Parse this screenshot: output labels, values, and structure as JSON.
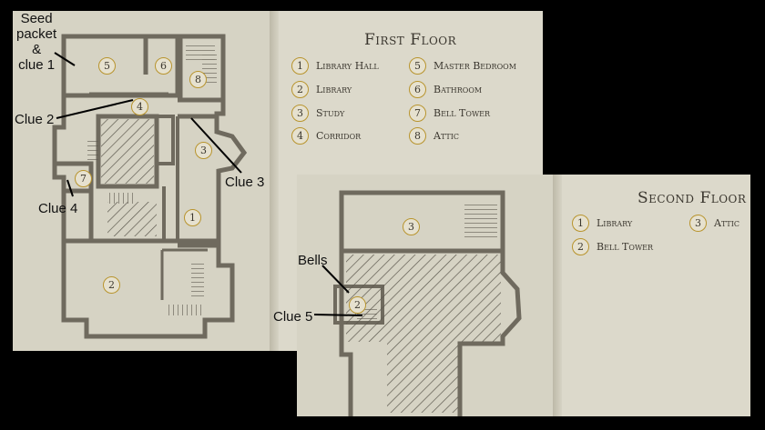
{
  "first_floor": {
    "title": "First Floor",
    "legend": [
      {
        "num": "1",
        "label": "Library Hall"
      },
      {
        "num": "2",
        "label": "Library"
      },
      {
        "num": "3",
        "label": "Study"
      },
      {
        "num": "4",
        "label": "Corridor"
      },
      {
        "num": "5",
        "label": "Master Bedroom"
      },
      {
        "num": "6",
        "label": "Bathroom"
      },
      {
        "num": "7",
        "label": "Bell Tower"
      },
      {
        "num": "8",
        "label": "Attic"
      }
    ],
    "map_numbers": [
      "5",
      "6",
      "8",
      "4",
      "3",
      "7",
      "1",
      "2"
    ]
  },
  "second_floor": {
    "title": "Second Floor",
    "legend": [
      {
        "num": "1",
        "label": "Library"
      },
      {
        "num": "2",
        "label": "Bell Tower"
      },
      {
        "num": "3",
        "label": "Attic"
      }
    ],
    "map_numbers": [
      "3",
      "2"
    ]
  },
  "annotations": {
    "seed": [
      "Seed",
      "packet",
      "&",
      "clue 1"
    ],
    "clue2": "Clue 2",
    "clue3": "Clue 3",
    "clue4": "Clue 4",
    "bells": "Bells",
    "clue5": "Clue 5"
  },
  "colors": {
    "paper": "#d6d3c4",
    "wall": "#6f6a5e",
    "wall_fill": "#9a9588",
    "accent": "#b8942e"
  }
}
